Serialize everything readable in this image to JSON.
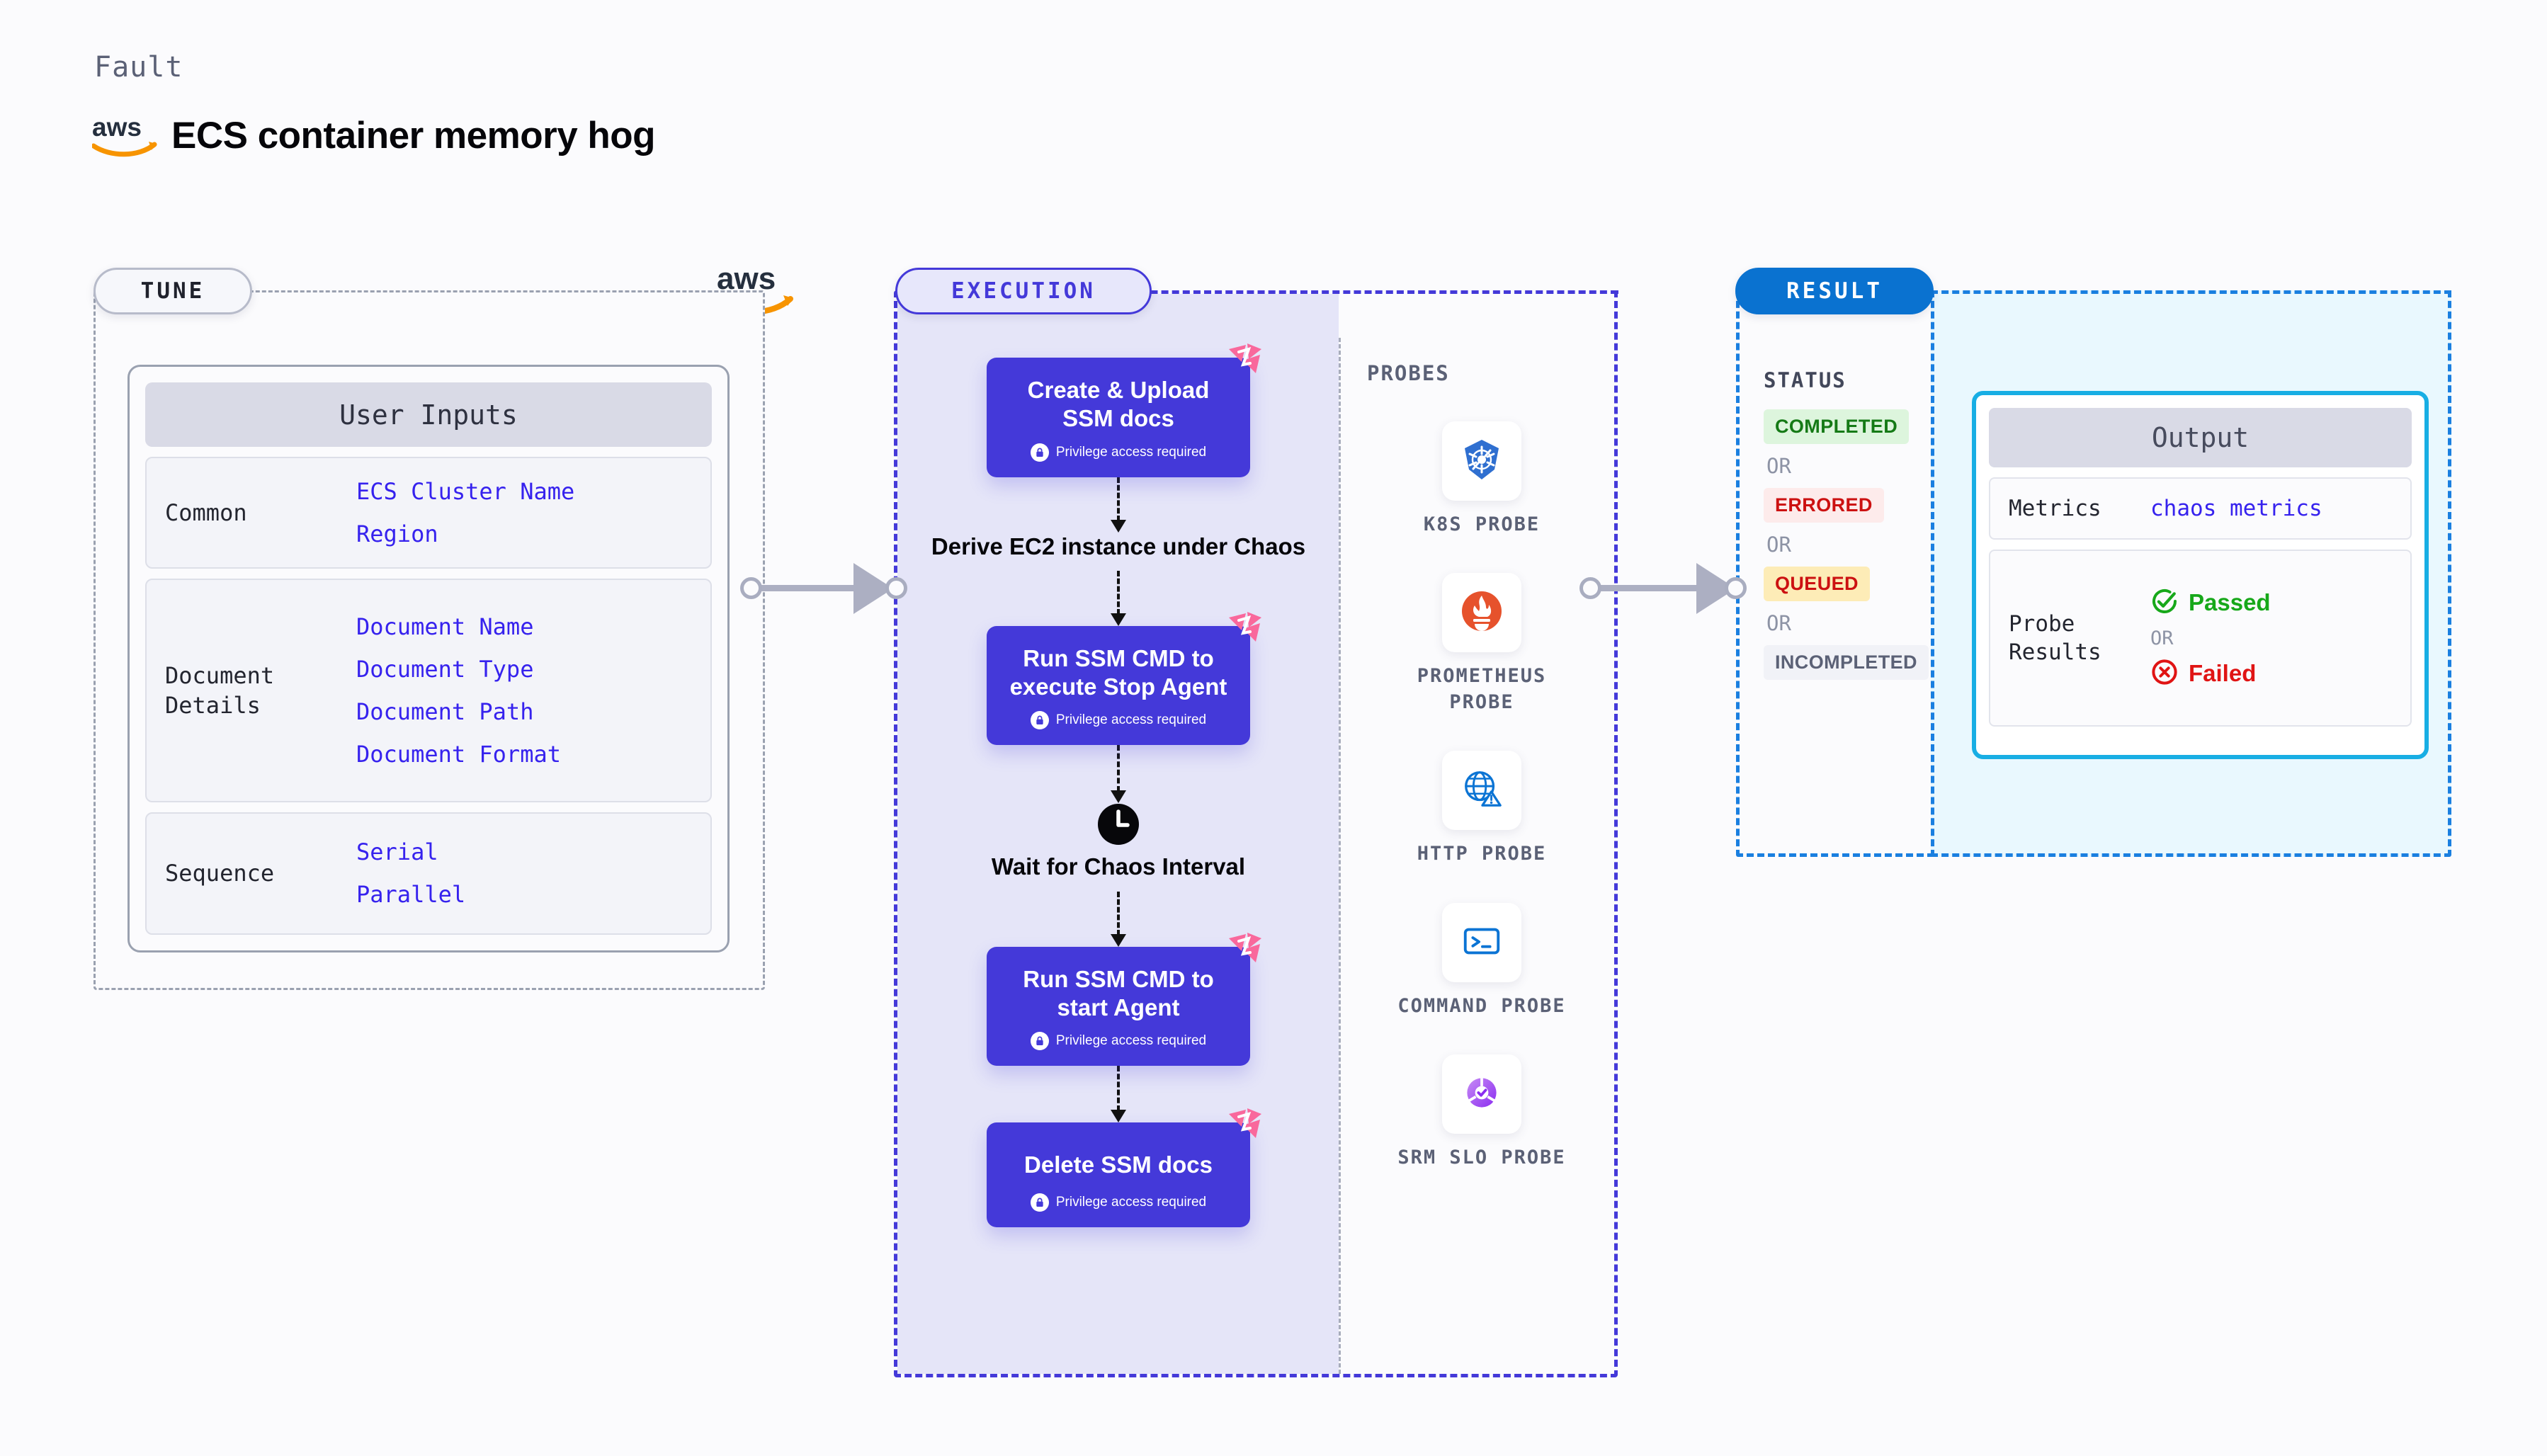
{
  "header": {
    "eyebrow": "Fault",
    "title": "ECS container memory hog",
    "logo_icon": "aws-logo"
  },
  "tune": {
    "pill_label": "TUNE",
    "aws_icon": "aws-logo",
    "card_title": "User Inputs",
    "rows": [
      {
        "label": "Common",
        "values": [
          "ECS Cluster Name",
          "Region"
        ]
      },
      {
        "label": "Document Details",
        "values": [
          "Document Name",
          "Document Type",
          "Document Path",
          "Document Format"
        ]
      },
      {
        "label": "Sequence",
        "values": [
          "Serial",
          "Parallel"
        ]
      }
    ]
  },
  "execution": {
    "pill_label": "EXECUTION",
    "flow": [
      {
        "kind": "node",
        "title": "Create & Upload SSM docs",
        "privilege": "Privilege access required",
        "badge": "chaos-badge-icon",
        "lock": "lock-icon"
      },
      {
        "kind": "plain",
        "title": "Derive EC2 instance under Chaos"
      },
      {
        "kind": "node",
        "title": "Run SSM CMD to execute Stop Agent",
        "privilege": "Privilege access required",
        "badge": "chaos-badge-icon",
        "lock": "lock-icon"
      },
      {
        "kind": "wait",
        "title": "Wait for Chaos Interval",
        "icon": "clock-icon"
      },
      {
        "kind": "node",
        "title": "Run SSM CMD to start Agent",
        "privilege": "Privilege access required",
        "badge": "chaos-badge-icon",
        "lock": "lock-icon"
      },
      {
        "kind": "node",
        "title": "Delete SSM docs",
        "privilege": "Privilege access required",
        "badge": "chaos-badge-icon",
        "lock": "lock-icon"
      }
    ],
    "probes_title": "PROBES",
    "probes": [
      {
        "label": "K8S PROBE",
        "icon": "kubernetes-icon"
      },
      {
        "label": "PROMETHEUS PROBE",
        "icon": "prometheus-icon"
      },
      {
        "label": "HTTP PROBE",
        "icon": "http-globe-icon"
      },
      {
        "label": "COMMAND PROBE",
        "icon": "terminal-icon"
      },
      {
        "label": "SRM SLO PROBE",
        "icon": "srm-slo-icon"
      }
    ]
  },
  "result": {
    "pill_label": "RESULT",
    "status_title": "STATUS",
    "or_label": "OR",
    "statuses": [
      {
        "label": "COMPLETED",
        "bg": "#ddf5dd",
        "fg": "#157a16"
      },
      {
        "label": "ERRORED",
        "bg": "#fdebeb",
        "fg": "#cc1111"
      },
      {
        "label": "QUEUED",
        "bg": "#fdecb7",
        "fg": "#cc1111"
      },
      {
        "label": "INCOMPLETED",
        "bg": "#f1f2f7",
        "fg": "#5b6176"
      }
    ],
    "output": {
      "title": "Output",
      "metrics_label": "Metrics",
      "metrics_value": "chaos metrics",
      "probe_results_label": "Probe Results",
      "passed_label": "Passed",
      "failed_label": "Failed",
      "or_label": "OR",
      "passed_icon": "check-circle-icon",
      "failed_icon": "x-circle-icon"
    }
  },
  "colors": {
    "node_purple": "#4439d9",
    "chaos_pink": "#f9689c",
    "result_blue": "#0a72d0",
    "output_border": "#18aee4",
    "aws_orange": "#f79400"
  }
}
